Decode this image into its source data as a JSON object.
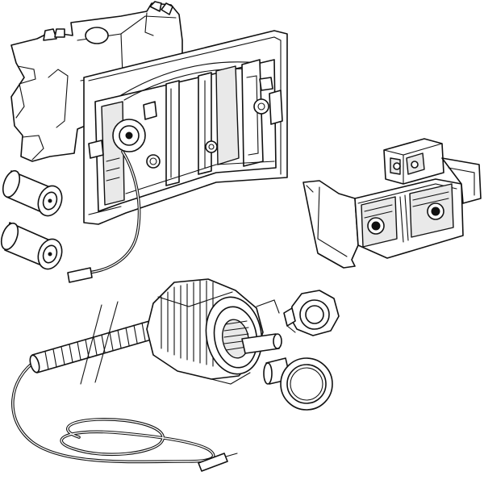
{
  "figure": {
    "description_visible_text": "",
    "components": [
      {
        "id": "mounting-frame",
        "icon": "mounting-frame-icon"
      },
      {
        "id": "battery-1",
        "icon": "battery-icon"
      },
      {
        "id": "battery-2",
        "icon": "battery-icon"
      },
      {
        "id": "control-unit",
        "icon": "control-unit-icon"
      },
      {
        "id": "actuator-with-hose",
        "icon": "actuator-icon"
      },
      {
        "id": "lock-nut",
        "icon": "nut-icon"
      },
      {
        "id": "push-button",
        "icon": "button-icon"
      }
    ],
    "line_color": "#111111",
    "background": "#ffffff"
  }
}
